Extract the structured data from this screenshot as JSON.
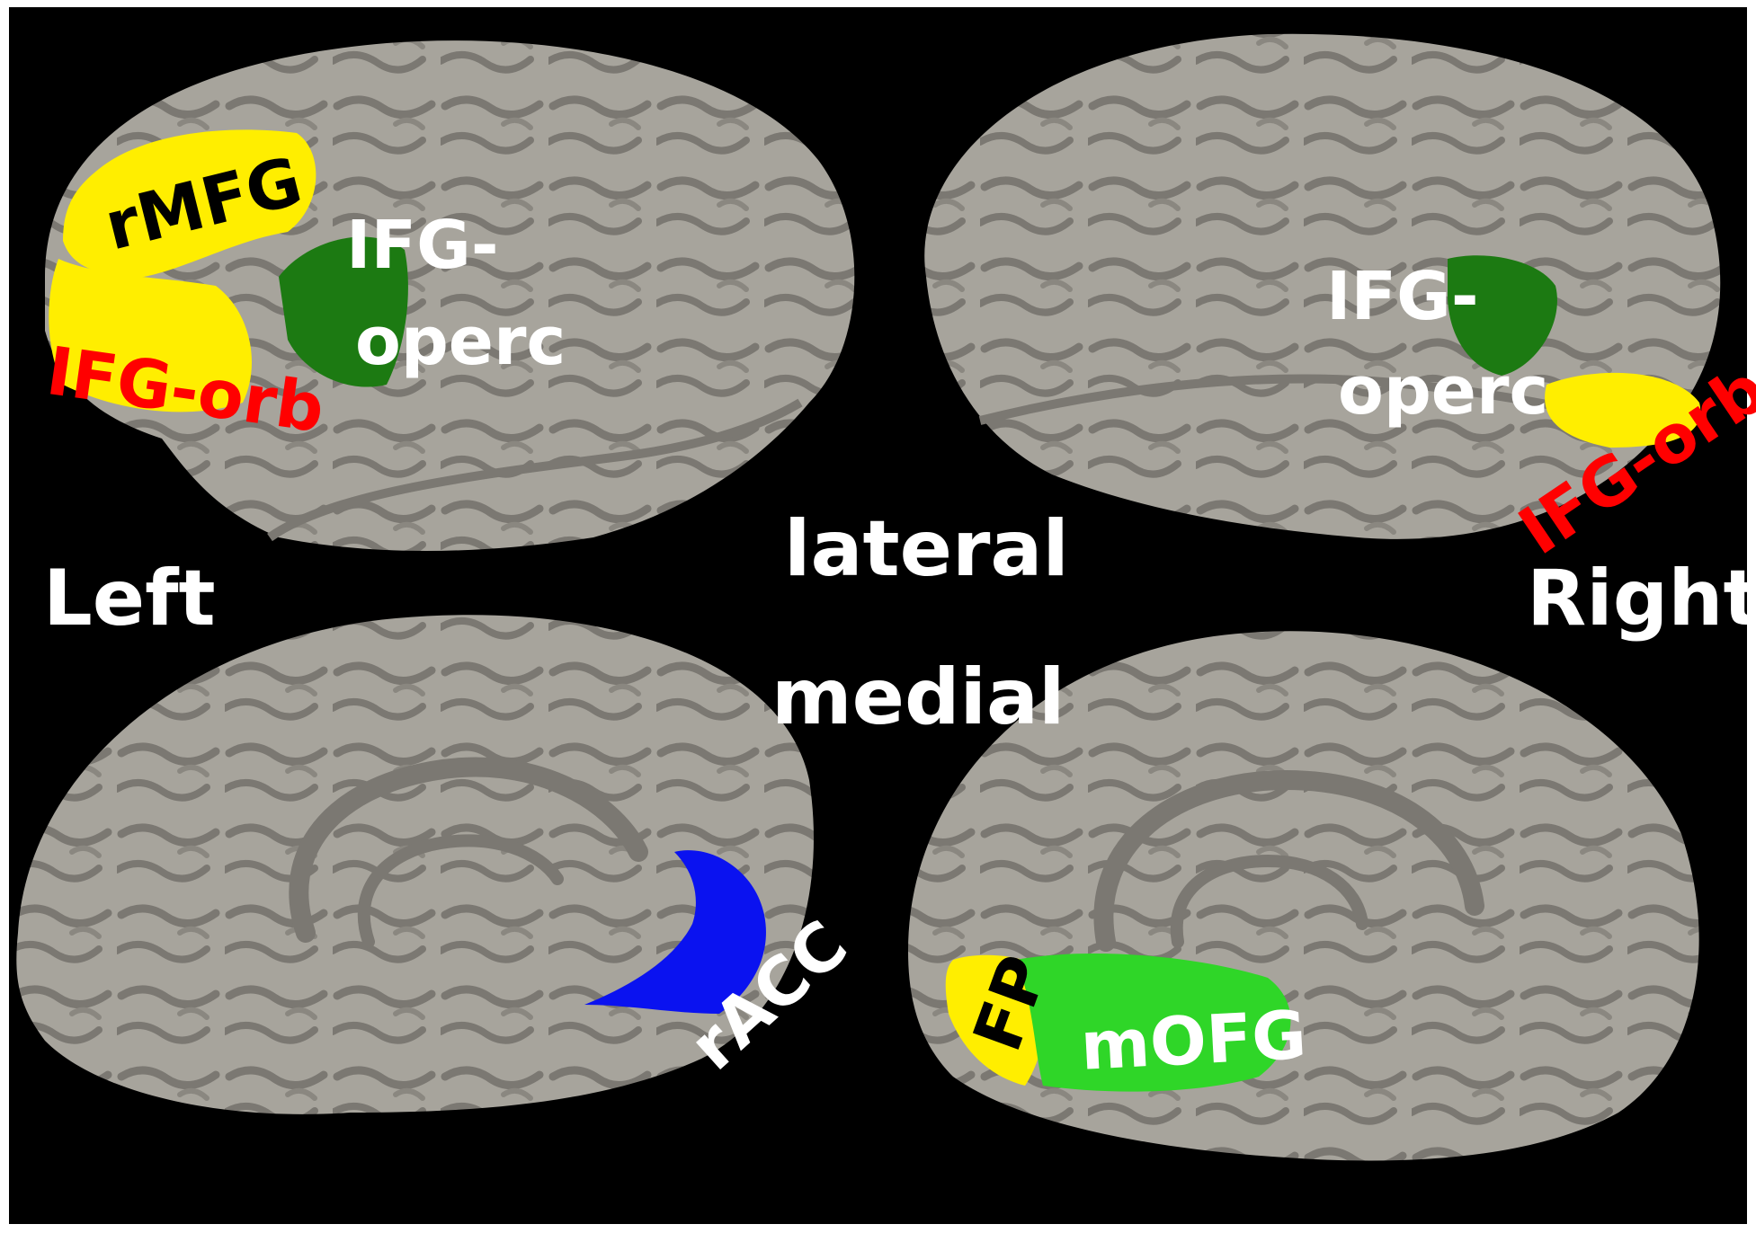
{
  "colors": {
    "background": "#000000",
    "cortex": "#a7a49c",
    "sulcus": "#7b7872",
    "rMFG": "#ffee00",
    "IFG_orb": "#ffee00",
    "IFG_operc": "#1c7a12",
    "rACC": "#0a12f0",
    "FP": "#ffee00",
    "mOFG": "#2fd628",
    "label_white": "#ffffff",
    "label_red": "#ff0000",
    "label_black": "#000000"
  },
  "orientation": {
    "left": "Left",
    "right": "Right",
    "lateral": "lateral",
    "medial": "medial"
  },
  "regions": {
    "left_lateral": {
      "rMFG": "rMFG",
      "IFG_operc_line1": "IFG-",
      "IFG_operc_line2": "operc",
      "IFG_orb": "IFG-orb"
    },
    "right_lateral": {
      "IFG_operc_line1": "IFG-",
      "IFG_operc_line2": "operc",
      "IFG_orb": "IFG-orb"
    },
    "left_medial": {
      "rACC": "rACC"
    },
    "right_medial": {
      "FP": "FP",
      "mOFG": "mOFG"
    }
  }
}
